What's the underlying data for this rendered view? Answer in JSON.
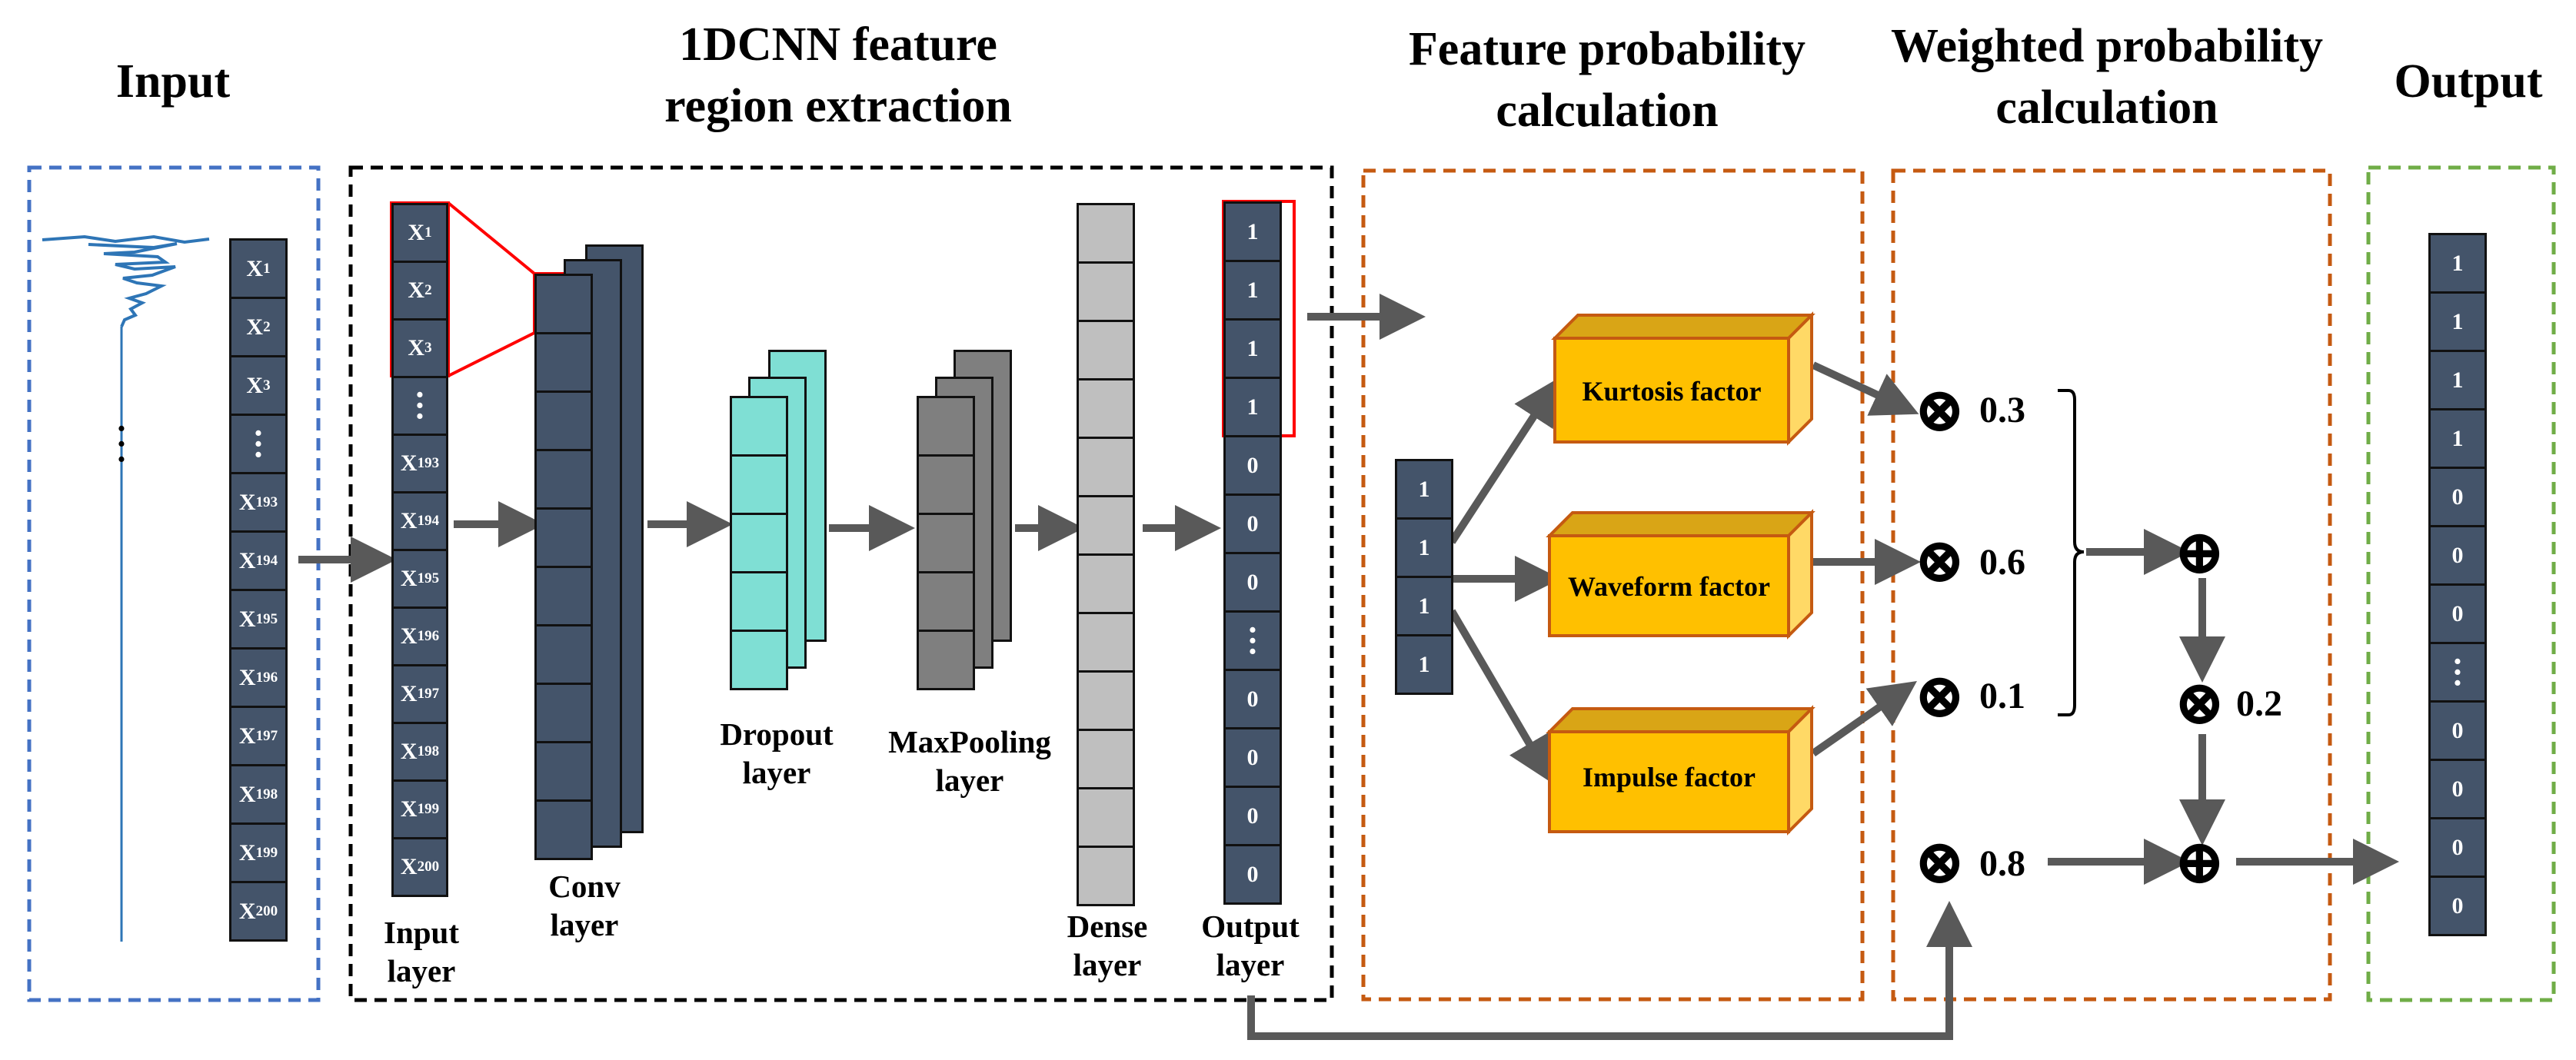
{
  "headers": {
    "input": "Input",
    "cnn": "1DCNN feature region extraction",
    "feature_prob": "Feature probability calculation",
    "weighted_prob": "Weighted probability calculation",
    "output": "Output"
  },
  "input_vector": [
    "X1",
    "X2",
    "X3",
    "⋮",
    "X193",
    "X194",
    "X195",
    "X196",
    "X197",
    "X198",
    "X199",
    "X200"
  ],
  "cnn_input_vector": [
    "X1",
    "X2",
    "X3",
    "⋮",
    "X193",
    "X194",
    "X195",
    "X196",
    "X197",
    "X198",
    "X199",
    "X200"
  ],
  "layers": {
    "input": "Input layer",
    "conv": "Conv layer",
    "dropout": "Dropout layer",
    "maxpool": "MaxPooling layer",
    "dense": "Dense layer",
    "output": "Output layer"
  },
  "output_layer_values": [
    "1",
    "1",
    "1",
    "1",
    "0",
    "0",
    "0",
    "⋮",
    "0",
    "0",
    "0",
    "0"
  ],
  "selected_features": [
    "1",
    "1",
    "1",
    "1"
  ],
  "factors": {
    "kurtosis": "Kurtosis factor",
    "waveform": "Waveform factor",
    "impulse": "Impulse factor"
  },
  "weights": {
    "kurtosis": "0.3",
    "waveform": "0.6",
    "impulse": "0.1",
    "sum_weight": "0.2",
    "cnn_weight": "0.8"
  },
  "operators": {
    "multiply": "⊗",
    "add": "⊕"
  },
  "final_output": [
    "1",
    "1",
    "1",
    "1",
    "0",
    "0",
    "0",
    "⋮",
    "0",
    "0",
    "0",
    "0"
  ],
  "colors": {
    "cell_dark": "#44546a",
    "dropout": "#7fdfd4",
    "maxpool": "#7f7f7f",
    "dense": "#bfbfbf",
    "factor_box": "#ffc000",
    "factor_border": "#c55a11",
    "arrow": "#595959",
    "highlight": "#ff0000",
    "input_border": "#4472c4",
    "cnn_border": "#000000",
    "prob_border": "#c55a11",
    "output_border": "#70ad47",
    "signal": "#2e75b6"
  }
}
